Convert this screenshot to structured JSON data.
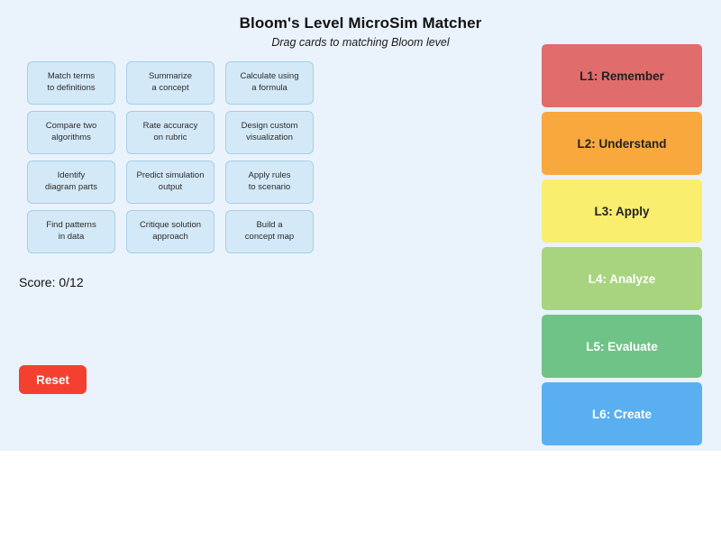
{
  "app": {
    "title": "Bloom's Level MicroSim Matcher",
    "subtitle": "Drag cards to matching Bloom level",
    "canvas_bg": "#eaf3fc"
  },
  "cards": [
    {
      "label": "Match terms\nto definitions"
    },
    {
      "label": "Summarize\na concept"
    },
    {
      "label": "Calculate using\na formula"
    },
    {
      "label": "Compare two\nalgorithms"
    },
    {
      "label": "Rate accuracy\non rubric"
    },
    {
      "label": "Design custom\nvisualization"
    },
    {
      "label": "Identify\ndiagram parts"
    },
    {
      "label": "Predict simulation\noutput"
    },
    {
      "label": "Apply rules\nto scenario"
    },
    {
      "label": "Find patterns\nin data"
    },
    {
      "label": "Critique solution\napproach"
    },
    {
      "label": "Build a\nconcept map"
    }
  ],
  "card_style": {
    "fill": "#d4e9f7",
    "border": "#a5cfe8",
    "text": "#2b2b2b"
  },
  "buckets": [
    {
      "label": "L1: Remember",
      "color": "#e06c6c",
      "text_color": "#222222"
    },
    {
      "label": "L2: Understand",
      "color": "#f9a83e",
      "text_color": "#222222"
    },
    {
      "label": "L3: Apply",
      "color": "#f9ee6e",
      "text_color": "#222222"
    },
    {
      "label": "L4: Analyze",
      "color": "#a8d47f",
      "text_color": "#ffffff"
    },
    {
      "label": "L5: Evaluate",
      "color": "#6fc387",
      "text_color": "#ffffff"
    },
    {
      "label": "L6: Create",
      "color": "#5aaff0",
      "text_color": "#ffffff"
    }
  ],
  "score": {
    "label": "Score: 0/12",
    "current": 0,
    "total": 12
  },
  "reset": {
    "label": "Reset",
    "color": "#f4402e",
    "text_color": "#ffffff"
  }
}
